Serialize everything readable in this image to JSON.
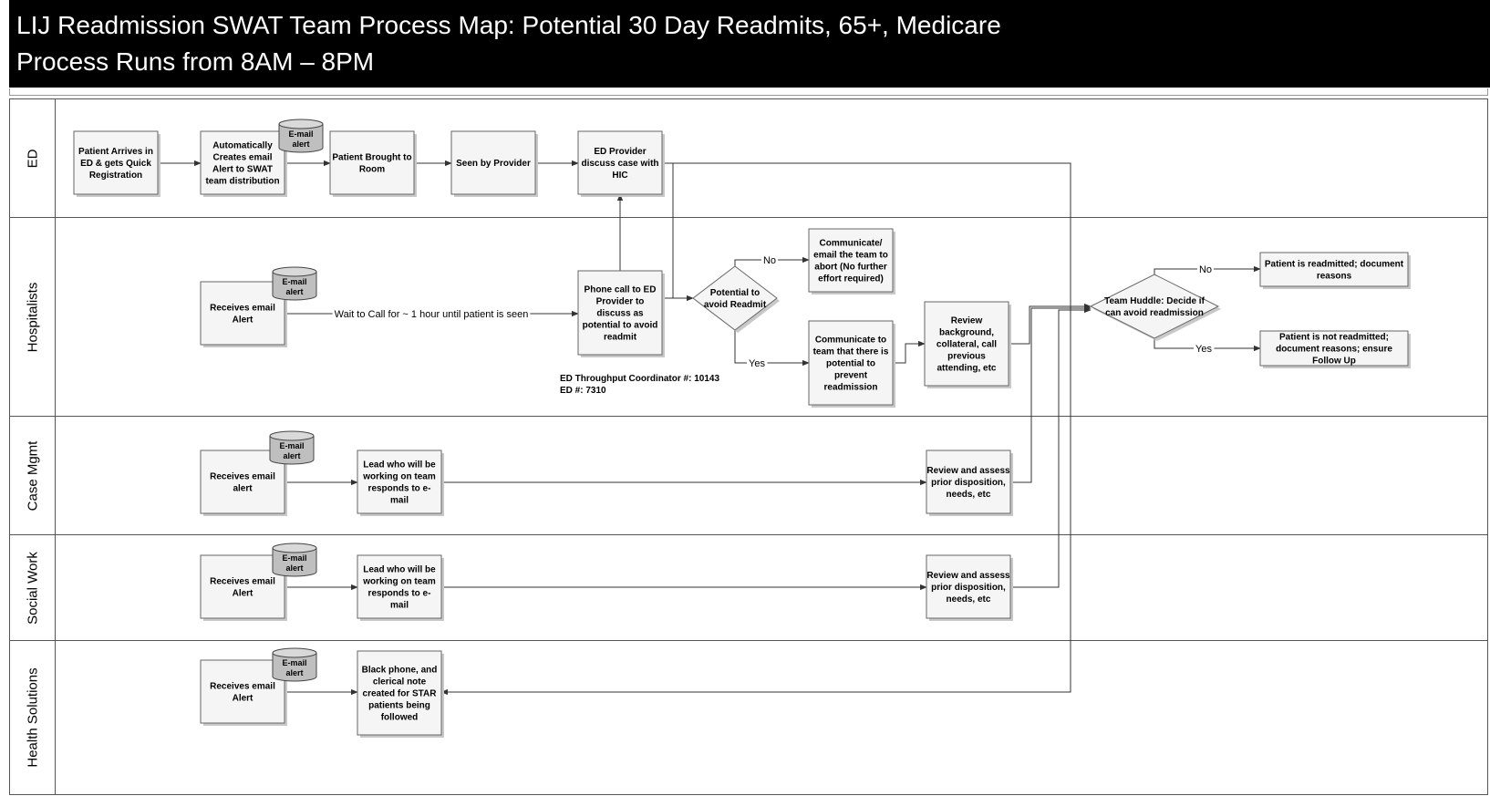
{
  "title": {
    "line1": "LIJ Readmission SWAT Team Process Map: Potential 30 Day Readmits, 65+, Medicare",
    "line2": "Process Runs from 8AM – 8PM"
  },
  "lanes": [
    {
      "id": "ed",
      "label": "ED"
    },
    {
      "id": "hosp",
      "label": "Hospitalists"
    },
    {
      "id": "cm",
      "label": "Case Mgmt"
    },
    {
      "id": "sw",
      "label": "Social Work"
    },
    {
      "id": "hs",
      "label": "Health Solutions"
    }
  ],
  "nodes": {
    "ed_arrive": {
      "lines": [
        "Patient Arrives in",
        "ED & gets Quick",
        "Registration"
      ]
    },
    "ed_auto": {
      "lines": [
        "Automatically",
        "Creates email",
        "Alert to SWAT",
        "team distribution"
      ]
    },
    "ed_room": {
      "lines": [
        "Patient Brought to",
        "Room"
      ]
    },
    "ed_seen": {
      "lines": [
        "Seen by Provider"
      ]
    },
    "ed_discuss": {
      "lines": [
        "ED Provider",
        "discuss case with",
        "HIC"
      ]
    },
    "h_receive": {
      "lines": [
        "Receives email",
        "Alert"
      ]
    },
    "h_phone": {
      "lines": [
        "Phone call to ED",
        "Provider to",
        "discuss as",
        "potential to avoid",
        "readmit"
      ]
    },
    "h_decision": {
      "lines": [
        "Potential to",
        "avoid Readmit"
      ]
    },
    "h_abort": {
      "lines": [
        "Communicate/",
        "email the team to",
        "abort (No further",
        "effort required)"
      ]
    },
    "h_comm": {
      "lines": [
        "Communicate to",
        "team that there is",
        "potential to",
        "prevent",
        "readmission"
      ]
    },
    "h_review": {
      "lines": [
        "Review",
        "background,",
        "collateral, call",
        "previous",
        "attending, etc"
      ]
    },
    "h_huddle": {
      "lines": [
        "Team Huddle: Decide if",
        "can avoid readmission"
      ]
    },
    "h_readmitted": {
      "lines": [
        "Patient is readmitted; document",
        "reasons"
      ]
    },
    "h_notreadmitted": {
      "lines": [
        "Patient is not readmitted;",
        "document reasons; ensure",
        "Follow Up"
      ]
    },
    "cm_receive": {
      "lines": [
        "Receives email",
        "alert"
      ]
    },
    "cm_lead": {
      "lines": [
        "Lead who will be",
        "working on team",
        "responds to e-",
        "mail"
      ]
    },
    "cm_review": {
      "lines": [
        "Review and assess",
        "prior disposition,",
        "needs, etc"
      ]
    },
    "sw_receive": {
      "lines": [
        "Receives email",
        "Alert"
      ]
    },
    "sw_lead": {
      "lines": [
        "Lead who will be",
        "working on team",
        "responds to e-",
        "mail"
      ]
    },
    "sw_review": {
      "lines": [
        "Review and assess",
        "prior disposition,",
        "needs, etc"
      ]
    },
    "hs_receive": {
      "lines": [
        "Receives email",
        "Alert"
      ]
    },
    "hs_black": {
      "lines": [
        "Black phone, and",
        "clerical note",
        "created for STAR",
        "patients being",
        "followed"
      ]
    }
  },
  "email_alert": {
    "lines": [
      "E-mail",
      "alert"
    ]
  },
  "edge_labels": {
    "wait": "Wait to Call for ~ 1 hour until patient is seen",
    "no1": "No",
    "yes1": "Yes",
    "no2": "No",
    "yes2": "Yes"
  },
  "note": {
    "lines": [
      "ED Throughput Coordinator #: 10143",
      "ED #: 7310"
    ]
  }
}
